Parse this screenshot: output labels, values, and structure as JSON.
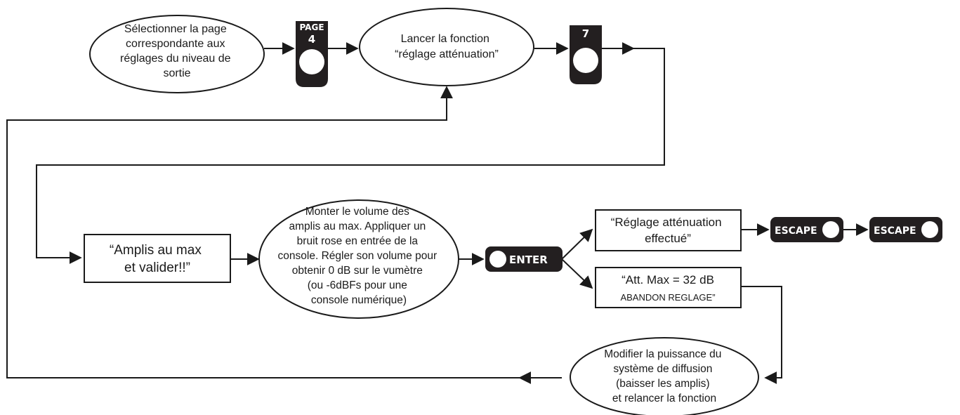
{
  "nodes": {
    "select_page": [
      "Sélectionner la page",
      "correspondante aux",
      "réglages du niveau de",
      "sortie"
    ],
    "launch_function": [
      "Lancer la fonction",
      "“réglage atténuation”"
    ],
    "amplis_max": [
      "“Amplis au max",
      "et valider!!”"
    ],
    "monter_volume": [
      "Monter le volume des",
      "amplis au max. Appliquer un",
      "bruit  rose en entrée de la",
      "console. Régler son volume pour",
      "obtenir 0 dB sur le vumètre",
      "(ou -6dBFs pour une",
      "console numérique)"
    ],
    "reglage_effectue": [
      "“Réglage atténuation",
      "effectué”"
    ],
    "att_max_line1": "“Att. Max = 32 dB",
    "att_max_line2": "ABANDON REGLAGE”",
    "modifier": [
      "Modifier la puissance du",
      "système de diffusion",
      "(baisser les amplis)",
      "et relancer la fonction"
    ]
  },
  "keys": {
    "page_top": "PAGE",
    "page_num": "4",
    "seven": "7",
    "enter": "ENTER",
    "escape_1": "ESCAPE",
    "escape_2": "ESCAPE"
  },
  "colors": {
    "line": "#1a1a1a",
    "key_fill": "#231f20",
    "key_text": "#ffffff",
    "box_fill": "#ffffff"
  }
}
